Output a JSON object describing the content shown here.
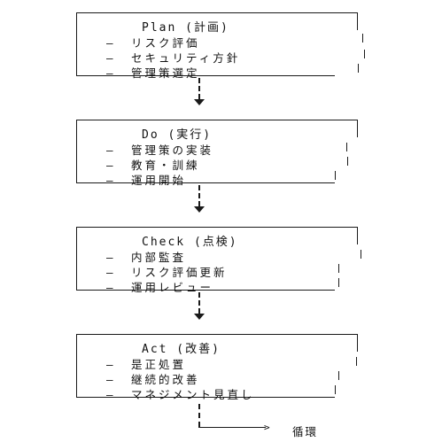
{
  "boxes": [
    {
      "id": "plan",
      "title": "Plan (計画)",
      "items": [
        {
          "dash": "―",
          "text": "リスク評価"
        },
        {
          "dash": "―",
          "text": "セキュリティ方針"
        },
        {
          "dash": "―",
          "text": "管理策選定"
        }
      ]
    },
    {
      "id": "do",
      "title": "Do (実行)",
      "items": [
        {
          "dash": "―",
          "text": "管理策の実装"
        },
        {
          "dash": "―",
          "text": "教育・訓練"
        },
        {
          "dash": "―",
          "text": "運用開始"
        }
      ]
    },
    {
      "id": "check",
      "title": "Check (点検)",
      "items": [
        {
          "dash": "―",
          "text": "内部監査"
        },
        {
          "dash": "―",
          "text": "リスク評価更新"
        },
        {
          "dash": "―",
          "text": "運用レビュー"
        }
      ]
    },
    {
      "id": "act",
      "title": "Act (改善)",
      "items": [
        {
          "dash": "―",
          "text": "是正処置"
        },
        {
          "dash": "―",
          "text": "継続的改善"
        },
        {
          "dash": "―",
          "text": "マネジメント見直し"
        }
      ]
    }
  ],
  "loop": {
    "arrow_glyph": ">",
    "label": "循環"
  },
  "colors": {
    "ink": "#1a1a1a",
    "background": "#ffffff"
  }
}
